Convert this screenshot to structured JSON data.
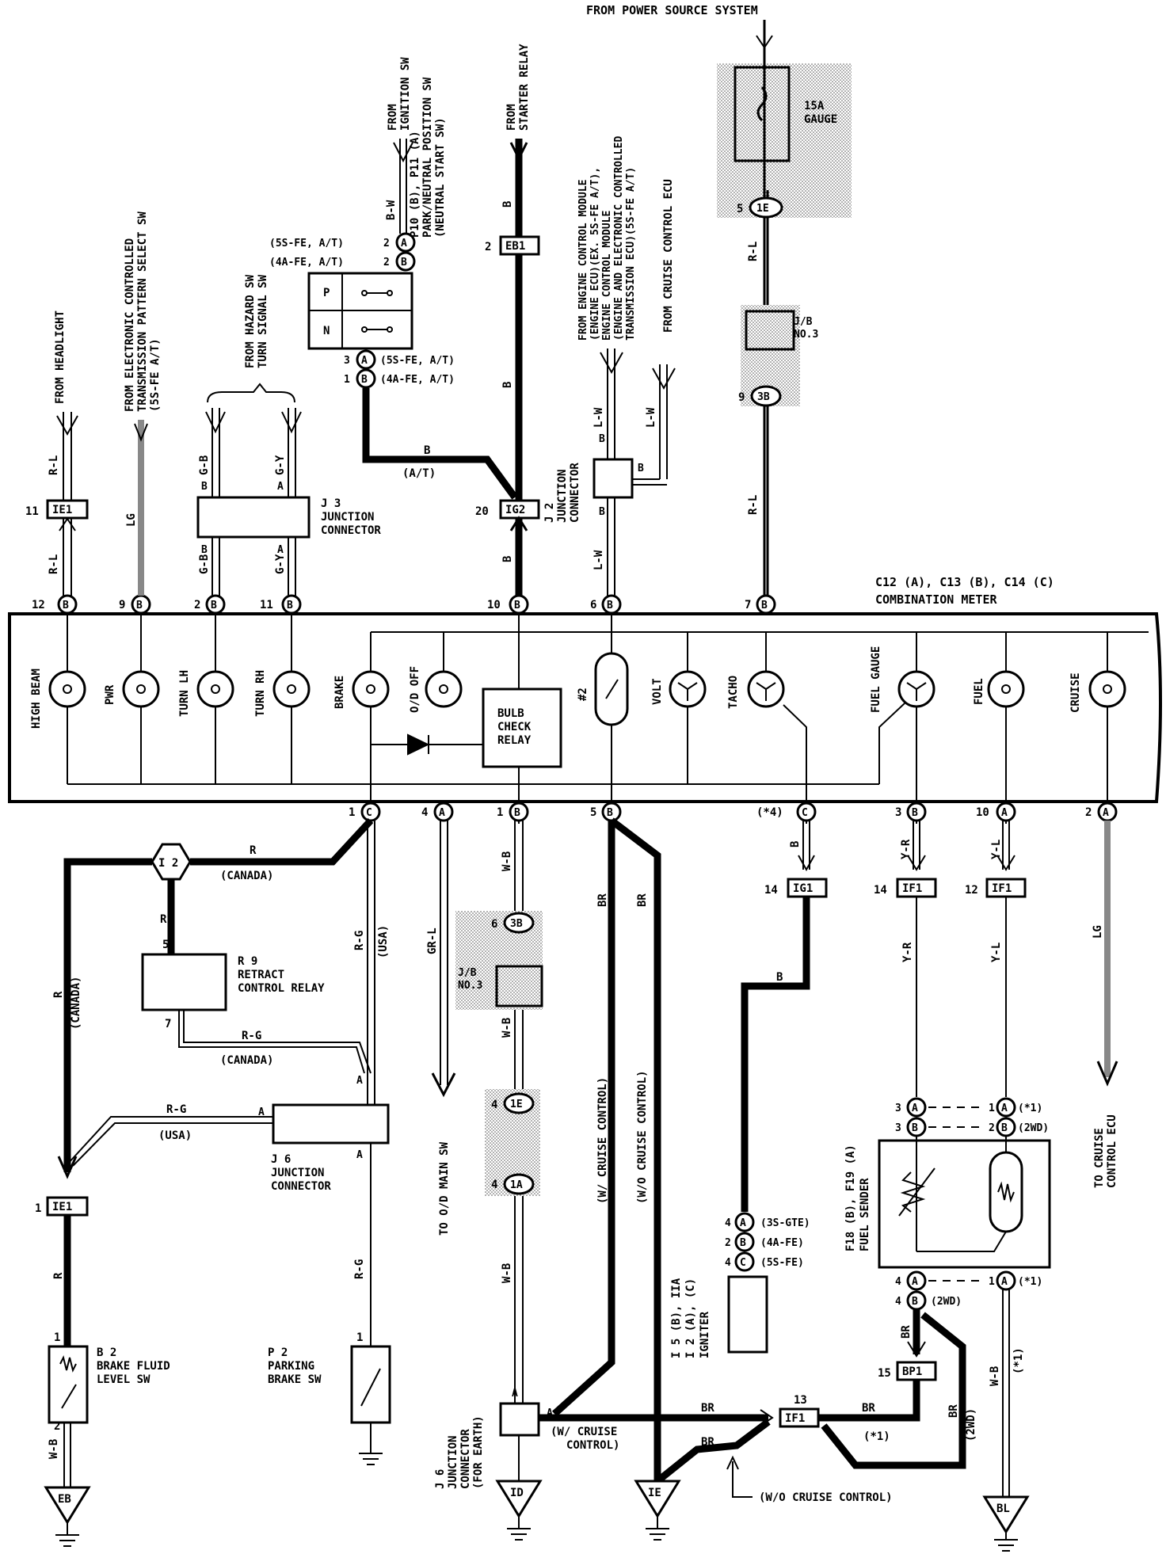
{
  "diagram": {
    "header": "FROM POWER SOURCE SYSTEM",
    "fuse": {
      "name": "15A GAUGE",
      "line1": "15A",
      "line2": "GAUGE"
    },
    "meter": {
      "title1": "C12 (A), C13 (B), C14 (C)",
      "title2": "COMBINATION METER"
    },
    "sources": {
      "headlight": "FROM HEADLIGHT",
      "ect1": "FROM ELECTRONIC CONTROLLED",
      "ect2": "TRANSMISSION PATTERN SELECT SW",
      "ect3": "(5S-FE A/T)",
      "hazard1": "FROM HAZARD SW",
      "hazard2": "TURN SIGNAL SW",
      "ignition1": "FROM",
      "ignition2": "IGNITION SW",
      "starter1": "FROM",
      "starter2": "STARTER RELAY",
      "ecm1": "FROM ENGINE CONTROL MODULE",
      "ecm2": "(ENGINE ECU)(EX. 5S-FE A/T),",
      "ecm3": "ENGINE CONTROL MODULE",
      "ecm4": "(ENGINE AND ELECTRONIC CONTROLLED",
      "ecm5": "TRANSMISSION ECU)(5S-FE A/T)",
      "cruise": "FROM CRUISE CONTROL ECU"
    },
    "pn_switch": {
      "l1": "P10 (B), P11 (A)",
      "l2": "PARK/NEUTRAL POSITION SW",
      "l3": "(NEUTRAL START SW)",
      "p": "P",
      "n": "N",
      "note_a_top": "(5S-FE, A/T)",
      "note_b_top": "(4A-FE, A/T)",
      "note_a_bot": "(5S-FE, A/T)",
      "note_b_bot": "(4A-FE, A/T)"
    },
    "gauges": [
      "HIGH BEAM",
      "PWR",
      "TURN LH",
      "TURN RH",
      "BRAKE",
      "O/D OFF",
      "#2",
      "VOLT",
      "TACHO",
      "FUEL GAUGE",
      "FUEL",
      "CRUISE"
    ],
    "relay": {
      "l1": "BULB",
      "l2": "CHECK",
      "l3": "RELAY"
    },
    "components": {
      "j3": {
        "l1": "J 3",
        "l2": "JUNCTION",
        "l3": "CONNECTOR"
      },
      "j2": {
        "l1": "J 2",
        "l2": "JUNCTION",
        "l3": "CONNECTOR"
      },
      "jb3": {
        "l1": "J/B",
        "l2": "NO.3"
      },
      "r9": {
        "l1": "R 9",
        "l2": "RETRACT",
        "l3": "CONTROL RELAY"
      },
      "j6a": {
        "l1": "J 6",
        "l2": "JUNCTION",
        "l3": "CONNECTOR"
      },
      "j6b": {
        "l1": "J 6",
        "l2": "JUNCTION",
        "l3": "CONNECTOR",
        "l4": "(FOR EARTH)"
      },
      "b2": {
        "l1": "B 2",
        "l2": "BRAKE FLUID",
        "l3": "LEVEL SW"
      },
      "p2": {
        "l1": "P 2",
        "l2": "PARKING",
        "l3": "BRAKE SW"
      },
      "igniter": {
        "l1": "I 5 (B), IIA",
        "l2": "I 2 (A), (C)",
        "l3": "IGNITER"
      },
      "sender": {
        "l1": "F18 (B), F19 (A)",
        "l2": "FUEL SENDER"
      },
      "od_main": "TO O/D MAIN SW",
      "to_cruise1": "TO CRUISE",
      "to_cruise2": "CONTROL ECU"
    },
    "grounds": [
      "EB",
      "ID",
      "IE",
      "BL"
    ],
    "notes": {
      "canada": "(CANADA)",
      "usa": "(USA)",
      "at": "(A/T)",
      "w_cruise": "(W/ CRUISE CONTROL)",
      "wo_cruise": "(W/O CRUISE CONTROL)",
      "wo_cruise2": "(W/O CRUISE CONTROL)",
      "w_cruise_j6": "(W/ CRUISE",
      "w_cruise_j6b": "CONTROL)",
      "s1": "(*1)",
      "twowd": "(2WD)",
      "g3sgte": "(3S-GTE)",
      "g4afe": "(4A-FE)",
      "g5sfe": "(5S-FE)"
    },
    "wires": {
      "rl": "R-L",
      "lg": "LG",
      "gb": "G-B",
      "gy": "G-Y",
      "bw": "B-W",
      "b": "B",
      "lw": "L-W",
      "r": "R",
      "rg": "R-G",
      "grl": "GR-L",
      "wb": "W-B",
      "br": "BR",
      "yr": "Y-R",
      "yl": "Y-L"
    },
    "connectors": {
      "ie1": "IE1",
      "eb1": "EB1",
      "ig2": "IG2",
      "ig1": "IG1",
      "if1": "IF1",
      "bp1": "BP1",
      "i2": "I 2",
      "c1e": "1E",
      "c3b": "3B",
      "c1a": "1A"
    },
    "pins": {
      "p11": "11",
      "p12": "12",
      "p9": "9",
      "p2": "2",
      "p10": "10",
      "p20": "20",
      "p6": "6",
      "p7": "7",
      "p5": "5",
      "p1": "1",
      "p3": "3",
      "p4": "4",
      "p14": "14",
      "p13": "13",
      "p15": "15",
      "p4s": "(*4)"
    }
  }
}
